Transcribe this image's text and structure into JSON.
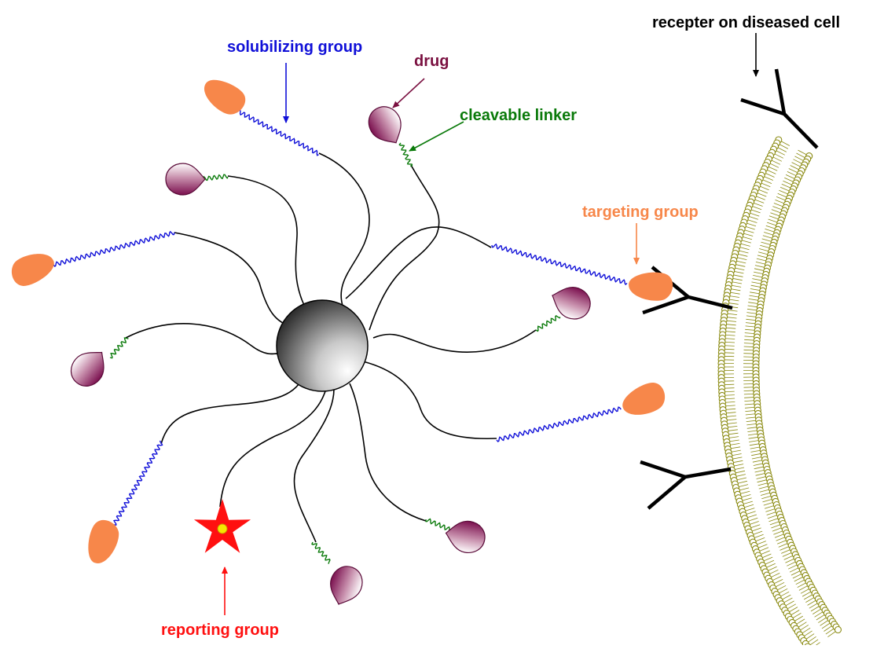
{
  "labels": {
    "solubilizing": "solubilizing group",
    "drug": "drug",
    "cleavable": "cleavable linker",
    "targeting": "targeting group",
    "reporting": "reporting group",
    "receptor": "recepter on diseased cell"
  },
  "colors": {
    "solubilizing": "#1010d8",
    "drug_label": "#7a1040",
    "cleavable": "#0a7a0a",
    "targeting": "#f7874a",
    "reporting": "#ff1010",
    "receptor": "#000000",
    "membrane": "#8a8a10",
    "tether": "#000000"
  },
  "icons": {
    "core": "nanoparticle-sphere",
    "drug": "drug-droplet",
    "targeting": "targeting-blob",
    "reporting": "reporting-star",
    "receptor": "y-receptor",
    "membrane": "lipid-bilayer"
  }
}
